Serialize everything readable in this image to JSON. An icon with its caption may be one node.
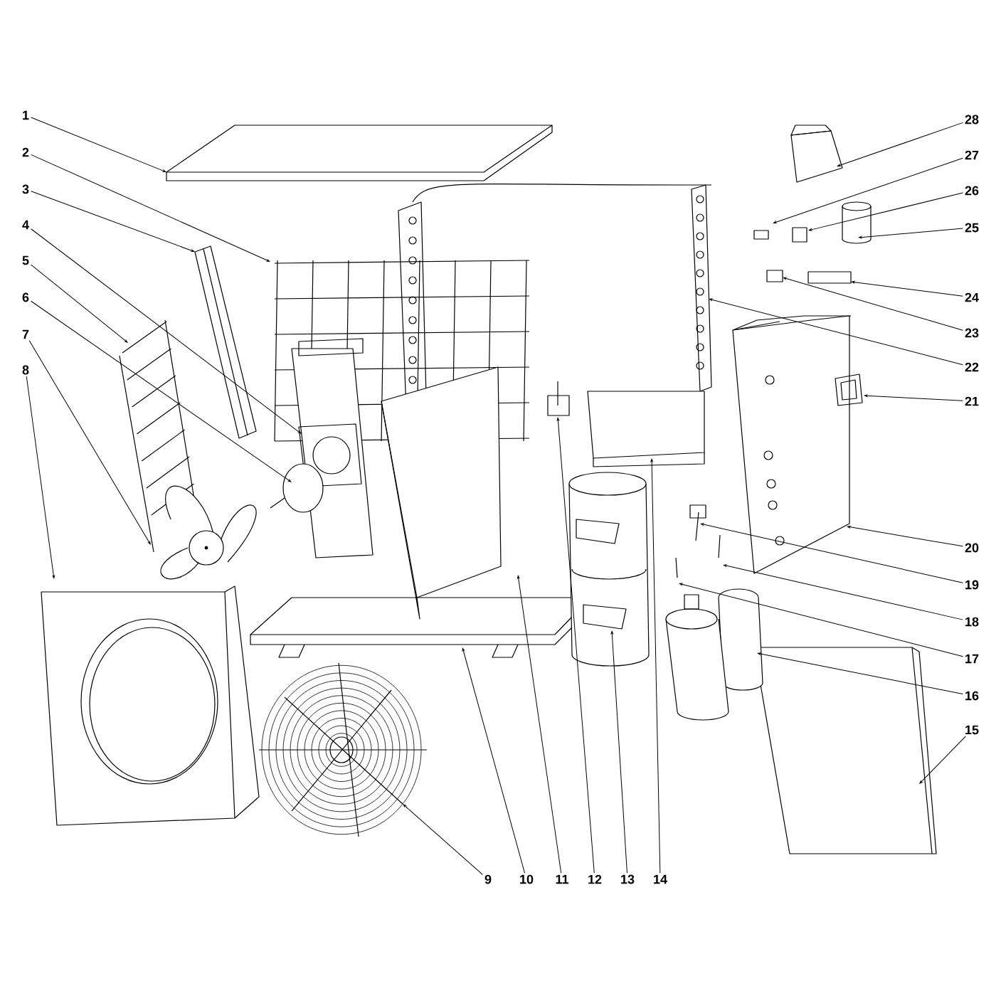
{
  "diagram": {
    "nodes": [
      {
        "text": [
          "1"
        ]
      },
      {
        "text": [
          "2"
        ]
      },
      {
        "text": [
          "3"
        ]
      },
      {
        "text": [
          "4"
        ]
      },
      {
        "text": [
          "5"
        ]
      },
      {
        "text": [
          "6"
        ]
      },
      {
        "text": [
          "7"
        ]
      },
      {
        "text": [
          "8"
        ]
      },
      {
        "text": [
          "9"
        ]
      },
      {
        "text": [
          "10"
        ]
      },
      {
        "text": [
          "11"
        ]
      },
      {
        "text": [
          "12"
        ]
      },
      {
        "text": [
          "13"
        ]
      },
      {
        "text": [
          "14"
        ]
      },
      {
        "text": [
          "15"
        ]
      },
      {
        "text": [
          "16"
        ]
      },
      {
        "text": [
          "17"
        ]
      },
      {
        "text": [
          "18"
        ]
      },
      {
        "text": [
          "19"
        ]
      },
      {
        "text": [
          "20"
        ]
      },
      {
        "text": [
          "21"
        ]
      },
      {
        "text": [
          "22"
        ]
      },
      {
        "text": [
          "23"
        ]
      },
      {
        "text": [
          "24"
        ]
      },
      {
        "text": [
          "25"
        ]
      },
      {
        "text": [
          "26"
        ]
      },
      {
        "text": [
          "27"
        ]
      },
      {
        "text": [
          "28"
        ]
      }
    ],
    "edges": [
      {
        "from": 0,
        "to": null,
        "arrow": "to"
      },
      {
        "from": 1,
        "to": null,
        "arrow": "to"
      },
      {
        "from": 2,
        "to": null,
        "arrow": "to"
      },
      {
        "from": 3,
        "to": null,
        "arrow": "to"
      },
      {
        "from": 4,
        "to": null,
        "arrow": "to"
      },
      {
        "from": 5,
        "to": null,
        "arrow": "to"
      },
      {
        "from": 6,
        "to": null,
        "arrow": "to"
      },
      {
        "from": 7,
        "to": null,
        "arrow": "to"
      },
      {
        "from": 8,
        "to": null,
        "arrow": "to"
      },
      {
        "from": 9,
        "to": null,
        "arrow": "to"
      },
      {
        "from": 10,
        "to": null,
        "arrow": "to"
      },
      {
        "from": 11,
        "to": null,
        "arrow": "to"
      },
      {
        "from": 12,
        "to": null,
        "arrow": "to"
      },
      {
        "from": 13,
        "to": null,
        "arrow": "to"
      },
      {
        "from": 14,
        "to": null,
        "arrow": "to"
      },
      {
        "from": 15,
        "to": null,
        "arrow": "to"
      },
      {
        "from": 16,
        "to": null,
        "arrow": "to"
      },
      {
        "from": 17,
        "to": null,
        "arrow": "to"
      },
      {
        "from": 18,
        "to": null,
        "arrow": "to"
      },
      {
        "from": 19,
        "to": null,
        "arrow": "to"
      },
      {
        "from": 20,
        "to": null,
        "arrow": "to"
      },
      {
        "from": 21,
        "to": null,
        "arrow": "to"
      },
      {
        "from": 22,
        "to": null,
        "arrow": "to"
      },
      {
        "from": 23,
        "to": null,
        "arrow": "to"
      },
      {
        "from": 24,
        "to": null,
        "arrow": "to"
      },
      {
        "from": 25,
        "to": null,
        "arrow": "to"
      },
      {
        "from": 26,
        "to": null,
        "arrow": "to"
      },
      {
        "from": 27,
        "to": null,
        "arrow": "to"
      }
    ]
  }
}
